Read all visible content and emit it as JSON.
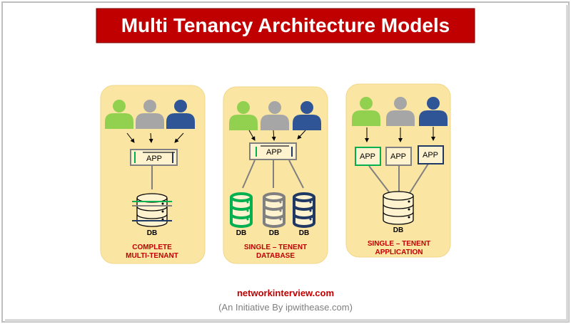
{
  "title": "Multi Tenancy Architecture Models",
  "colors": {
    "title_bg": "#c00000",
    "panel": "#fbe5a3",
    "green": "#92d050",
    "gray": "#a6a6a6",
    "blue": "#2f5597",
    "caption": "#c00000"
  },
  "panels": [
    {
      "app_label": "APP",
      "db_label": "DB",
      "caption": [
        "COMPLETE",
        "MULTI-TENANT"
      ]
    },
    {
      "app_label": "APP",
      "db_labels": [
        "DB",
        "DB",
        "DB"
      ],
      "caption": [
        "SINGLE – TENENT",
        "DATABASE"
      ]
    },
    {
      "app_labels": [
        "APP",
        "APP",
        "APP"
      ],
      "db_label": "DB",
      "caption": [
        "SINGLE – TENENT",
        "APPLICATION"
      ]
    }
  ],
  "footer": {
    "site": "networkinterview.com",
    "tagline": "(An Initiative By ipwithease.com)"
  }
}
